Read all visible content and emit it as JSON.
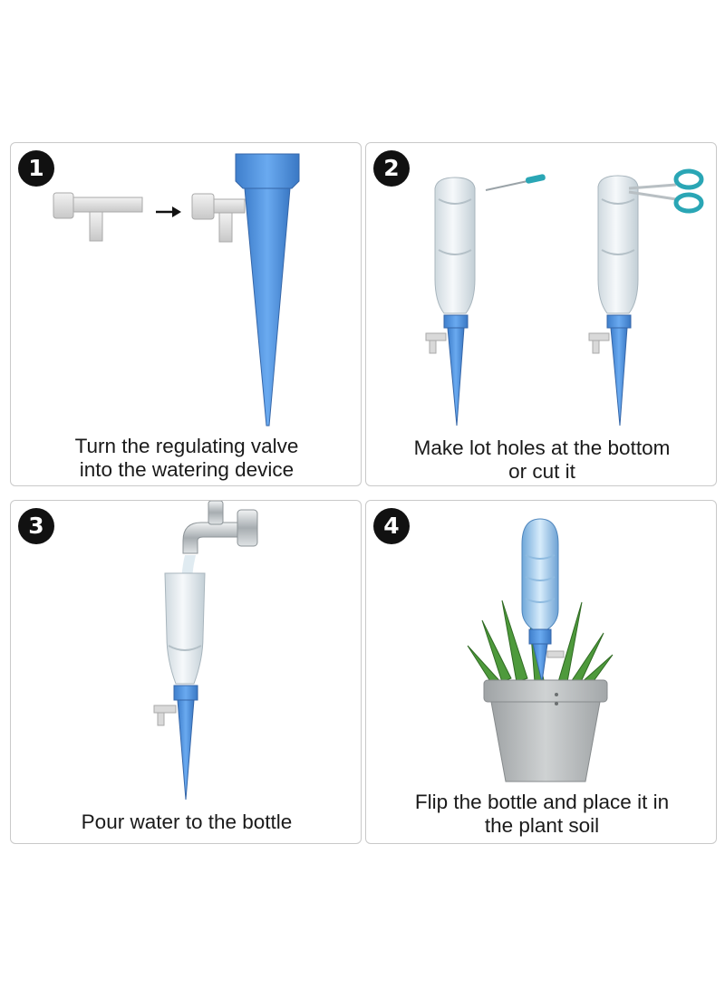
{
  "steps": [
    {
      "number": "1",
      "caption_lines": [
        "Turn the regulating valve",
        "into the watering device"
      ]
    },
    {
      "number": "2",
      "caption_lines": [
        "Make lot holes at the bottom",
        "or cut it"
      ]
    },
    {
      "number": "3",
      "caption_lines": [
        "Pour water to the bottle"
      ]
    },
    {
      "number": "4",
      "caption_lines": [
        "Flip the bottle and place it in",
        "the plant soil"
      ]
    }
  ],
  "colors": {
    "spike_blue": "#4a8fd8",
    "valve_grey": "#d9d9d9",
    "bottle_glass": "#e4ecf1",
    "pot_grey": "#b9bcbe",
    "plant_green": "#4e9a3c",
    "scissor_teal": "#2aa6b5"
  },
  "icons": [
    "valve-icon",
    "arrow-right-icon",
    "spike-icon",
    "bottle-icon",
    "needle-icon",
    "scissors-icon",
    "faucet-icon",
    "plant-pot-icon"
  ]
}
